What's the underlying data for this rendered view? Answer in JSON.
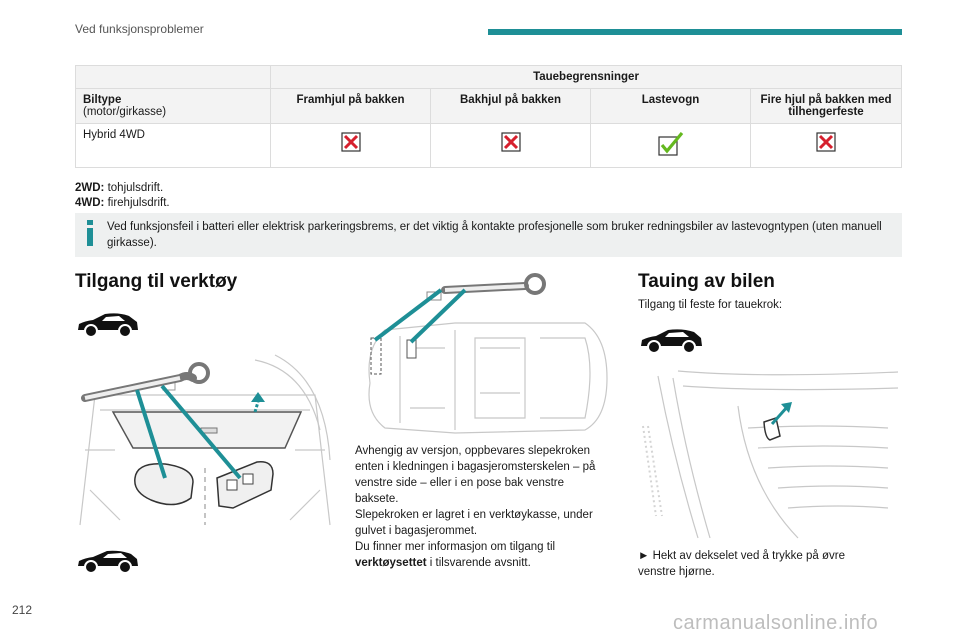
{
  "header": {
    "section_title": "Ved funksjonsproblemer"
  },
  "table": {
    "group_header": "Tauebegrensninger",
    "col_vehicle_label": "Biltype",
    "col_vehicle_sub": "(motor/girkasse)",
    "columns": [
      "Framhjul på bakken",
      "Bakhjul på bakken",
      "Lastevogn",
      "Fire hjul på bakken med tilhengerfeste"
    ],
    "row_label": "Hybrid 4WD",
    "row_marks": [
      "cross-icon",
      "cross-icon",
      "check-icon",
      "cross-icon"
    ],
    "colors": {
      "cross": "#d6202e",
      "check": "#64b81f",
      "check_box": "#333333"
    }
  },
  "legend": {
    "k1": "2WD:",
    "v1": " tohjulsdrift.",
    "k2": "4WD:",
    "v2": " firehjulsdrift."
  },
  "info": {
    "icon": "info-icon",
    "text": "Ved funksjonsfeil i batteri eller elektrisk parkeringsbrems, er det viktig å kontakte profesjonelle som bruker redningsbiler av lastevogntypen (uten manuell girkasse)."
  },
  "left_section": {
    "heading": "Tilgang til verktøy"
  },
  "middle_section": {
    "p1": "Avhengig av versjon, oppbevares slepekroken enten i kledningen i bagasjeromsterskelen – på venstre side – eller i en pose bak venstre baksete.",
    "p2": "Slepekroken er lagret i en verktøykasse, under gulvet i bagasjerommet.",
    "p3_pre": "Du finner mer informasjon om tilgang til",
    "p3_bold": "verktøysettet",
    "p3_post": " i tilsvarende avsnitt."
  },
  "right_section": {
    "heading": "Tauing av bilen",
    "intro": "Tilgang til feste for tauekrok:",
    "step_marker": "►",
    "step_text": " Hekt av dekselet ved å trykke på øvre venstre hjørne."
  },
  "footer": {
    "page_number": "212",
    "watermark": "carmanualsonline.info"
  },
  "accent_color": "#1e8f96"
}
